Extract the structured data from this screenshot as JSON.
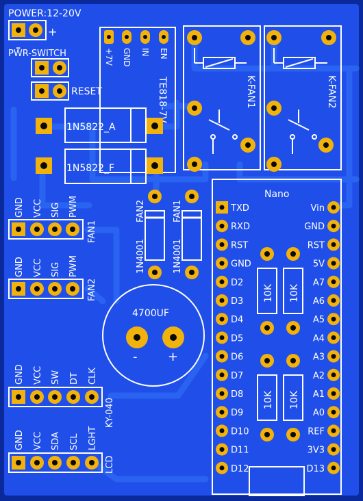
{
  "board": {
    "colors": {
      "substrate": "#0a2a9c",
      "copper": "#1f4fe8",
      "trace": "#2a62f2",
      "pad": "#f2b20d",
      "drill": "#0a0a0a",
      "silk": "#ffffff"
    },
    "power": {
      "label": "POWER:12-20V",
      "minus": "-",
      "plus": "+"
    },
    "pwr_switch": {
      "label": "PWR-SWITCH"
    },
    "reset": {
      "label": "RESET"
    },
    "regulator": {
      "label": "TE818-7V",
      "pins": [
        "+7V",
        "GND",
        "IN",
        "EN"
      ]
    },
    "diodes": {
      "d1": "1N5822_A",
      "d2": "1N5822_F",
      "d3": "1N4001",
      "d4": "1N4001",
      "d3_fan": "FAN2",
      "d4_fan": "FAN1"
    },
    "relays": {
      "r1": "K-FAN1",
      "r2": "K-FAN2"
    },
    "fan1": {
      "label": "FAN1",
      "pins": [
        "GND",
        "VCC",
        "SIG",
        "PWM"
      ]
    },
    "fan2": {
      "label": "FAN2",
      "pins": [
        "GND",
        "VCC",
        "SIG",
        "PWM"
      ]
    },
    "encoder": {
      "label": "KY-040",
      "pins": [
        "GND",
        "VCC",
        "SW",
        "DT",
        "CLK"
      ]
    },
    "lcd": {
      "label": "LCD",
      "pins": [
        "GND",
        "VCC",
        "SDA",
        "SCL",
        "LGHT"
      ]
    },
    "capacitor": {
      "value": "4700UF",
      "minus": "-",
      "plus": "+"
    },
    "resistors": [
      "10K",
      "10K",
      "10K",
      "10K"
    ],
    "nano": {
      "title": "Nano",
      "left_pins": [
        "TXD",
        "RXD",
        "RST",
        "GND",
        "D2",
        "D3",
        "D4",
        "D5",
        "D6",
        "D7",
        "D8",
        "D9",
        "D10",
        "D11",
        "D12"
      ],
      "right_pins": [
        "Vin",
        "GND",
        "RST",
        "5V",
        "A7",
        "A6",
        "A5",
        "A4",
        "A3",
        "A2",
        "A1",
        "A0",
        "REF",
        "3V3",
        "D13"
      ]
    }
  }
}
